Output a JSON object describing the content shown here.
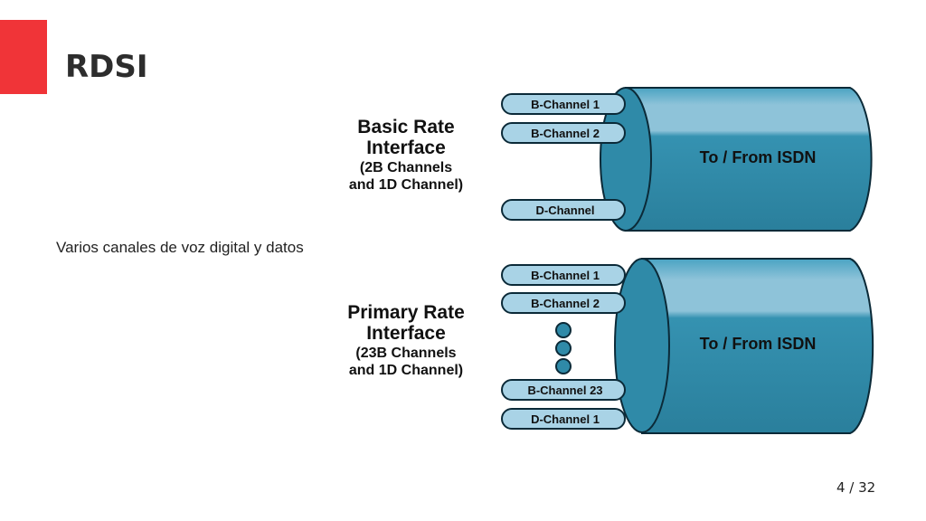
{
  "slide": {
    "title": "RDSI",
    "body": "Varios canales de voz digital y datos",
    "page_number": "4 / 32"
  },
  "diagram": {
    "bri": {
      "heading_line1": "Basic Rate",
      "heading_line2": "Interface",
      "detail_line1": "(2B Channels",
      "detail_line2": "and 1D Channel)",
      "channels": [
        "B-Channel 1",
        "B-Channel 2",
        "D-Channel"
      ],
      "cable_label": "To / From ISDN"
    },
    "pri": {
      "heading_line1": "Primary Rate",
      "heading_line2": "Interface",
      "detail_line1": "(23B Channels",
      "detail_line2": "and 1D Channel)",
      "channels": [
        "B-Channel 1",
        "B-Channel 2",
        "B-Channel 23",
        "D-Channel 1"
      ],
      "cable_label": "To / From ISDN"
    }
  },
  "colors": {
    "accent": "#f03438",
    "cable_body": "#2f8aa8",
    "cable_highlight": "#8ec3d9",
    "channel_fill": "#a9d3e6",
    "outline": "#0b2a38"
  }
}
